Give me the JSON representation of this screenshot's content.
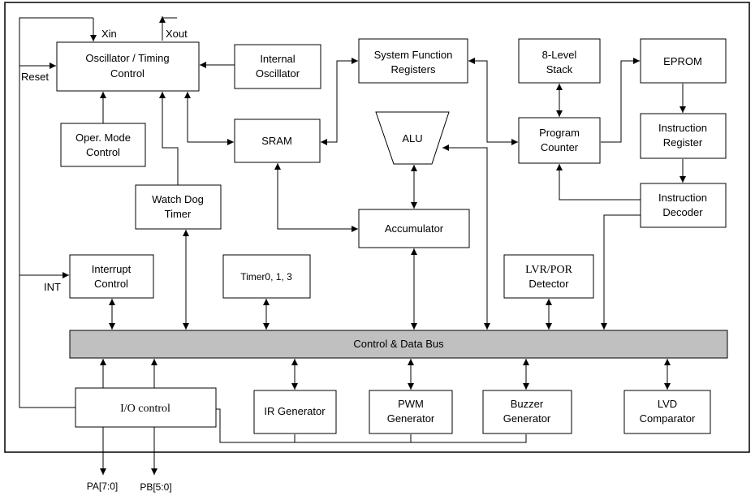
{
  "blocks": {
    "osc": [
      "Oscillator / Timing",
      "Control"
    ],
    "int_osc": [
      "Internal",
      "Oscillator"
    ],
    "sfr": [
      "System Function",
      "Registers"
    ],
    "stack": [
      "8-Level",
      "Stack"
    ],
    "eprom": [
      "EPROM"
    ],
    "oper": [
      "Oper. Mode",
      "Control"
    ],
    "sram": [
      "SRAM"
    ],
    "alu": [
      "ALU"
    ],
    "pc": [
      "Program",
      "Counter"
    ],
    "ireg": [
      "Instruction",
      "Register"
    ],
    "wdt": [
      "Watch Dog",
      "Timer"
    ],
    "acc": [
      "Accumulator"
    ],
    "idec": [
      "Instruction",
      "Decoder"
    ],
    "intc": [
      "Interrupt",
      "Control"
    ],
    "timer": [
      "Timer0, 1, 3"
    ],
    "lvr": [
      "LVR/POR",
      "Detector"
    ],
    "bus": [
      "Control & Data Bus"
    ],
    "io": [
      "I/O control"
    ],
    "ir": [
      "IR Generator"
    ],
    "pwm": [
      "PWM",
      "Generator"
    ],
    "buzzer": [
      "Buzzer",
      "Generator"
    ],
    "lvd": [
      "LVD",
      "Comparator"
    ]
  },
  "signals": {
    "xin": "Xin",
    "xout": "Xout",
    "reset": "Reset",
    "int": "INT",
    "pa": "PA[7:0]",
    "pb": "PB[5:0]"
  }
}
